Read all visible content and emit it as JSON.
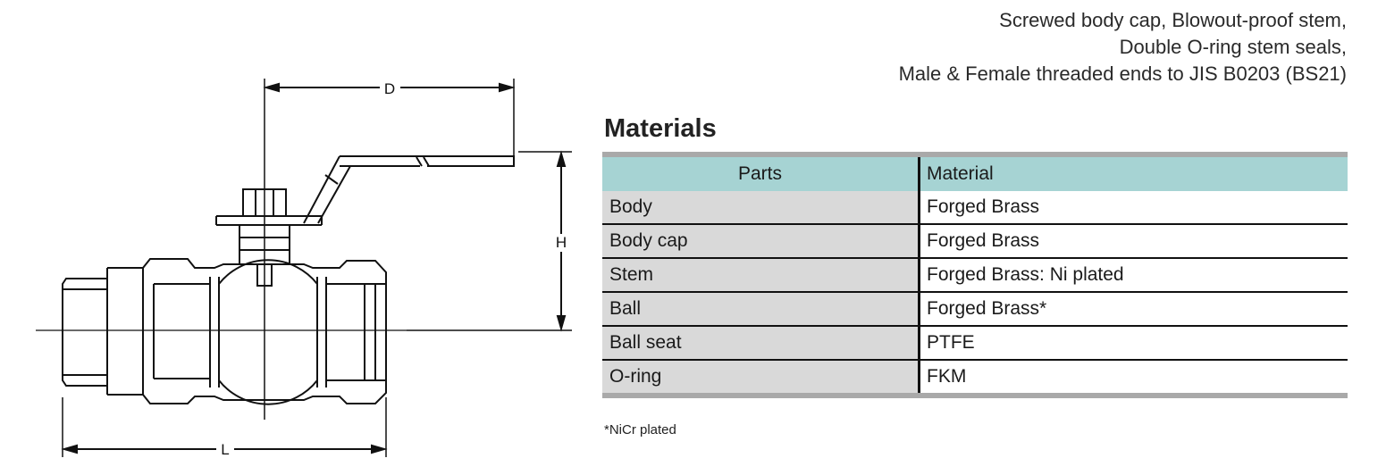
{
  "features": [
    "Screwed body cap, Blowout-proof stem,",
    "Double O-ring stem seals,",
    "Male & Female threaded ends to JIS B0203 (BS21)"
  ],
  "materials": {
    "title": "Materials",
    "headers": {
      "parts": "Parts",
      "material": "Material"
    },
    "rows": [
      {
        "part": "Body",
        "material": "Forged Brass"
      },
      {
        "part": "Body cap",
        "material": "Forged Brass"
      },
      {
        "part": "Stem",
        "material": "Forged Brass: Ni plated"
      },
      {
        "part": "Ball",
        "material": "Forged Brass*"
      },
      {
        "part": "Ball seat",
        "material": "PTFE"
      },
      {
        "part": "O-ring",
        "material": "FKM"
      }
    ],
    "footnote": "*NiCr plated"
  },
  "drawing": {
    "dimensions": {
      "d": "D",
      "h": "H",
      "l": "L"
    }
  }
}
